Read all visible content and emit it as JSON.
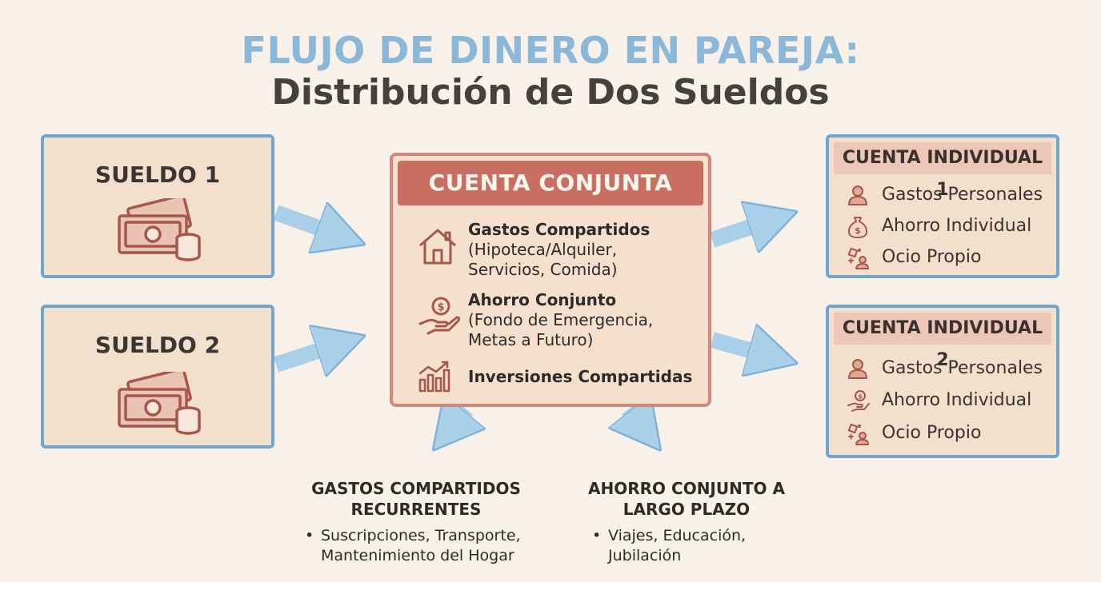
{
  "title": {
    "line1": "FLUJO DE DINERO EN PAREJA:",
    "line2": "Distribución de Dos Sueldos"
  },
  "sources": [
    {
      "label": "SUELDO 1",
      "icon": "money-icon"
    },
    {
      "label": "SUELDO 2",
      "icon": "money-icon"
    }
  ],
  "joint_account": {
    "title": "CUENTA CONJUNTA",
    "items": [
      {
        "icon": "house-icon",
        "title": "Gastos Compartidos",
        "sub1": "(Hipoteca/Alquiler,",
        "sub2": "Servicios, Comida)"
      },
      {
        "icon": "savings-hand-icon",
        "title": "Ahorro Conjunto",
        "sub1": "(Fondo de Emergencia,",
        "sub2": "Metas a Futuro)"
      },
      {
        "icon": "growth-chart-icon",
        "title": "Inversiones Compartidas",
        "sub1": "",
        "sub2": ""
      }
    ]
  },
  "individual_accounts": [
    {
      "title": "CUENTA INDIVIDUAL 1",
      "items": [
        {
          "icon": "person-icon",
          "label": "Gastos Personales"
        },
        {
          "icon": "money-bag-icon",
          "label": "Ahorro Individual"
        },
        {
          "icon": "leisure-icon",
          "label": "Ocio Propio"
        }
      ]
    },
    {
      "title": "CUENTA INDIVIDUAL 2",
      "items": [
        {
          "icon": "person-icon",
          "label": "Gastos Personales"
        },
        {
          "icon": "savings-hand-icon",
          "label": "Ahorro Individual"
        },
        {
          "icon": "leisure-icon",
          "label": "Ocio Propio"
        }
      ]
    }
  ],
  "outputs": [
    {
      "title_line1": "GASTOS COMPARTIDOS",
      "title_line2": "RECURRENTES",
      "bullet": "•",
      "text_line1": "Suscripciones, Transporte,",
      "text_line2": "Mantenimiento del Hogar"
    },
    {
      "title_line1": "AHORRO CONJUNTO A",
      "title_line2": "LARGO PLAZO",
      "bullet": "•",
      "text_line1": "Viajes, Educación,",
      "text_line2": "Jubilación"
    }
  ],
  "colors": {
    "background": "#f7f1ea",
    "box_border": "#6fa5cf",
    "arrow": "#a9cfe9",
    "joint_header": "#c96f62",
    "icon": "#a5574d",
    "title_blue": "#8bb7d9"
  }
}
